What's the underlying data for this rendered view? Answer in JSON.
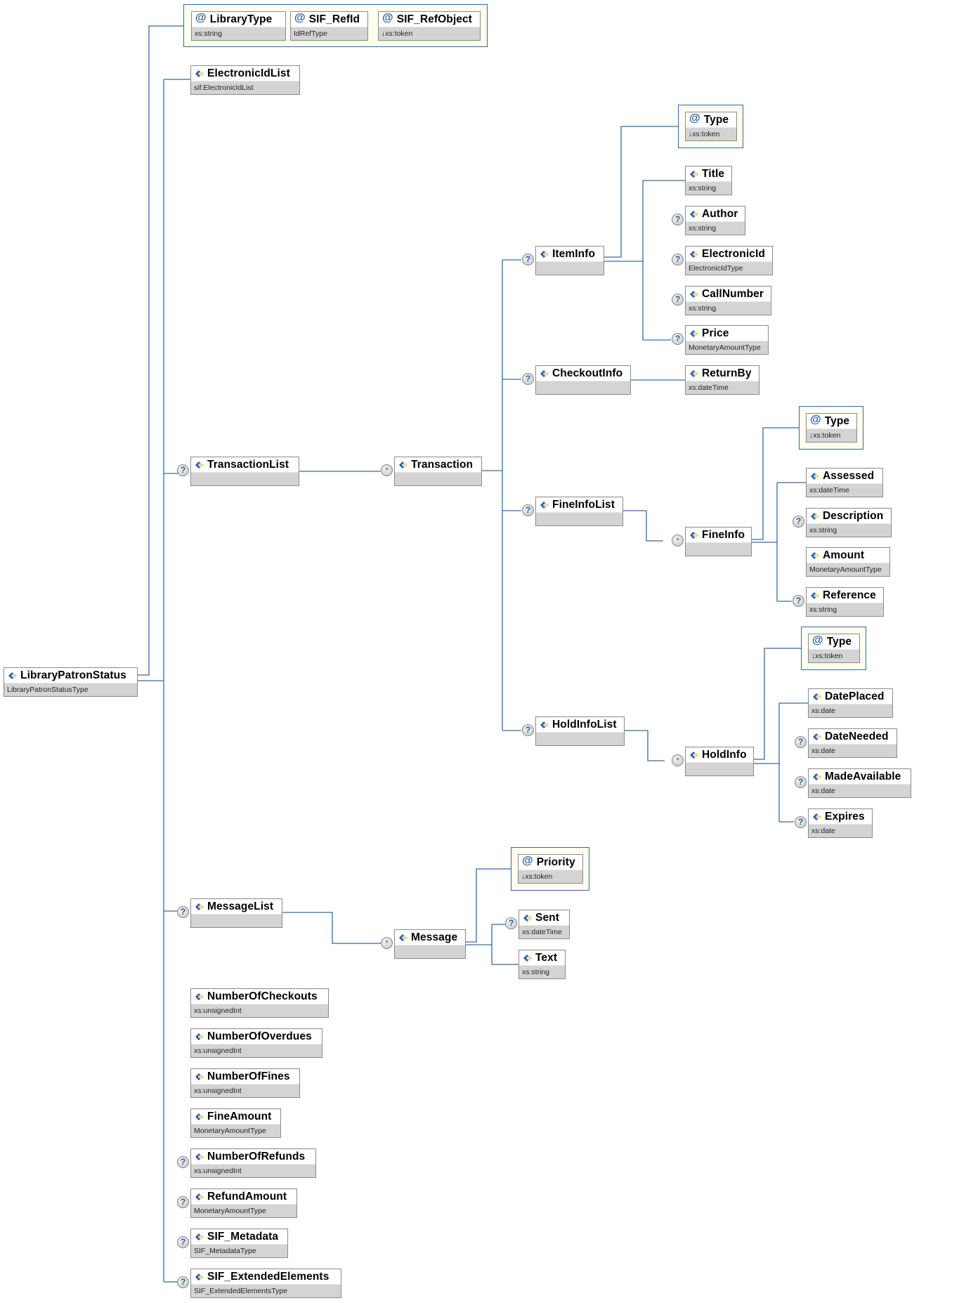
{
  "diagram": {
    "root": {
      "name": "LibraryPatronStatus",
      "type": "LibraryPatronStatusType"
    },
    "root_attributes": [
      {
        "name": "LibraryType",
        "type": "xs:string"
      },
      {
        "name": "SIF_RefId",
        "type": "IdRefType"
      },
      {
        "name": "SIF_RefObject",
        "type": "↓xs:token"
      }
    ],
    "elements": {
      "electronicIdList": {
        "name": "ElectronicIdList",
        "type": "sif:ElectronicIdList"
      },
      "transactionList": {
        "name": "TransactionList",
        "type": "",
        "occurrence": "?"
      },
      "transaction": {
        "name": "Transaction",
        "type": "",
        "occurrence": "*"
      },
      "itemInfo": {
        "name": "ItemInfo",
        "type": "",
        "occurrence": "?"
      },
      "itemInfoType": {
        "name": "Type",
        "type": "↓xs:token"
      },
      "title": {
        "name": "Title",
        "type": "xs:string"
      },
      "author": {
        "name": "Author",
        "type": "xs:string",
        "occurrence": "?"
      },
      "electronicId": {
        "name": "ElectronicId",
        "type": "ElectronicIdType",
        "occurrence": "?"
      },
      "callNumber": {
        "name": "CallNumber",
        "type": "xs:string",
        "occurrence": "?"
      },
      "price": {
        "name": "Price",
        "type": "MonetaryAmountType",
        "occurrence": "?"
      },
      "checkoutInfo": {
        "name": "CheckoutInfo",
        "type": "",
        "occurrence": "?"
      },
      "returnBy": {
        "name": "ReturnBy",
        "type": "xs:dateTime"
      },
      "fineInfoList": {
        "name": "FineInfoList",
        "type": "",
        "occurrence": "?"
      },
      "fineInfo": {
        "name": "FineInfo",
        "type": "",
        "occurrence": "*"
      },
      "fineInfoType": {
        "name": "Type",
        "type": "↓xs:token"
      },
      "assessed": {
        "name": "Assessed",
        "type": "xs:dateTime"
      },
      "description": {
        "name": "Description",
        "type": "xs:string",
        "occurrence": "?"
      },
      "amount": {
        "name": "Amount",
        "type": "MonetaryAmountType"
      },
      "reference": {
        "name": "Reference",
        "type": "xs:string",
        "occurrence": "?"
      },
      "holdInfoList": {
        "name": "HoldInfoList",
        "type": "",
        "occurrence": "?"
      },
      "holdInfo": {
        "name": "HoldInfo",
        "type": "",
        "occurrence": "*"
      },
      "holdInfoType": {
        "name": "Type",
        "type": "↓xs:token"
      },
      "datePlaced": {
        "name": "DatePlaced",
        "type": "xs:date"
      },
      "dateNeeded": {
        "name": "DateNeeded",
        "type": "xs:date",
        "occurrence": "?"
      },
      "madeAvailable": {
        "name": "MadeAvailable",
        "type": "xs:date",
        "occurrence": "?"
      },
      "expires": {
        "name": "Expires",
        "type": "xs:date",
        "occurrence": "?"
      },
      "messageList": {
        "name": "MessageList",
        "type": "",
        "occurrence": "?"
      },
      "message": {
        "name": "Message",
        "type": "",
        "occurrence": "*"
      },
      "priority": {
        "name": "Priority",
        "type": "↓xs:token"
      },
      "sent": {
        "name": "Sent",
        "type": "xs:dateTime",
        "occurrence": "?"
      },
      "text": {
        "name": "Text",
        "type": "xs:string"
      },
      "numberOfCheckouts": {
        "name": "NumberOfCheckouts",
        "type": "xs:unsignedInt"
      },
      "numberOfOverdues": {
        "name": "NumberOfOverdues",
        "type": "xs:unsignedInt"
      },
      "numberOfFines": {
        "name": "NumberOfFines",
        "type": "xs:unsignedInt"
      },
      "fineAmount": {
        "name": "FineAmount",
        "type": "MonetaryAmountType"
      },
      "numberOfRefunds": {
        "name": "NumberOfRefunds",
        "type": "xs:unsignedInt",
        "occurrence": "?"
      },
      "refundAmount": {
        "name": "RefundAmount",
        "type": "MonetaryAmountType",
        "occurrence": "?"
      },
      "sifMetadata": {
        "name": "SIF_Metadata",
        "type": "SIF_MetadataType",
        "occurrence": "?"
      },
      "sifExtendedElements": {
        "name": "SIF_ExtendedElements",
        "type": "SIF_ExtendedElementsType",
        "occurrence": "?"
      }
    },
    "colors": {
      "connector": "#3a6a9a",
      "attribute_group_bg": "#fdfdf0",
      "type_row": "#d4d4d4",
      "border": "#8a8a8a"
    }
  }
}
